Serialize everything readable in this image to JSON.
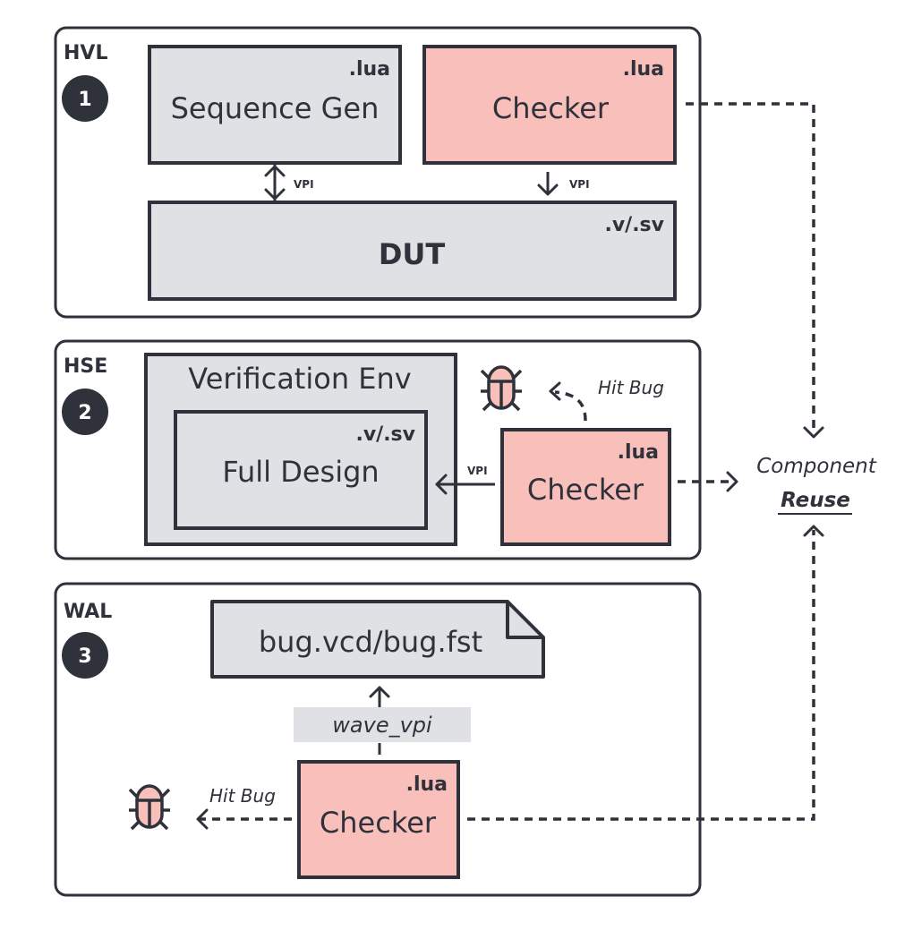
{
  "panels": [
    {
      "tag": "HVL",
      "number": "1",
      "sequence_gen": {
        "label": "Sequence Gen",
        "ext": ".lua"
      },
      "checker": {
        "label": "Checker",
        "ext": ".lua"
      },
      "dut": {
        "label": "DUT",
        "ext": ".v/.sv"
      },
      "vpi_left": "VPI",
      "vpi_right": "VPI"
    },
    {
      "tag": "HSE",
      "number": "2",
      "verification_env": {
        "label": "Verification Env"
      },
      "full_design": {
        "label": "Full Design",
        "ext": ".v/.sv"
      },
      "checker": {
        "label": "Checker",
        "ext": ".lua"
      },
      "vpi": "VPI",
      "hit_bug": "Hit Bug"
    },
    {
      "tag": "WAL",
      "number": "3",
      "wave_file": {
        "label": "bug.vcd/bug.fst"
      },
      "wave_vpi": "wave_vpi",
      "checker": {
        "label": "Checker",
        "ext": ".lua"
      },
      "hit_bug": "Hit Bug"
    }
  ],
  "reuse": {
    "line1": "Component",
    "line2": "Reuse"
  },
  "colors": {
    "ink": "#2f323a",
    "gray_fill": "#e0e1e5",
    "checker_fill": "#f9c0bb",
    "bug_fill": "#f9c0bb"
  }
}
